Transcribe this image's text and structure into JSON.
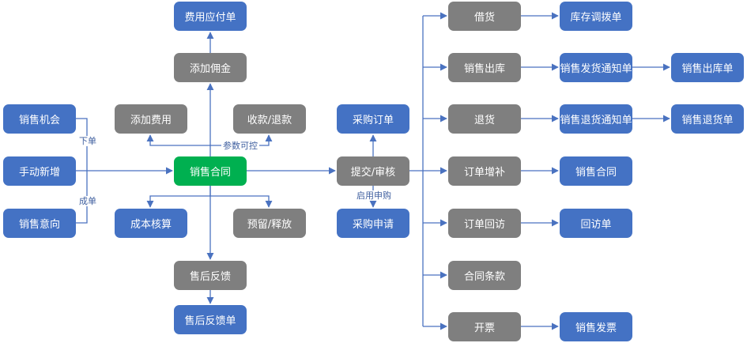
{
  "colors": {
    "blue": "#4472c4",
    "gray": "#7f7f7f",
    "green": "#00b050",
    "line": "#4a72c0"
  },
  "nodes": {
    "fee_payable": {
      "label": "费用应付单",
      "color": "blue"
    },
    "add_commission": {
      "label": "添加佣金",
      "color": "gray"
    },
    "add_fee": {
      "label": "添加费用",
      "color": "gray"
    },
    "receipt_refund": {
      "label": "收款/退款",
      "color": "gray"
    },
    "sales_opportunity": {
      "label": "销售机会",
      "color": "blue"
    },
    "manual_add": {
      "label": "手动新增",
      "color": "blue"
    },
    "sales_intention": {
      "label": "销售意向",
      "color": "blue"
    },
    "sales_contract": {
      "label": "销售合同",
      "color": "green"
    },
    "cost_accounting": {
      "label": "成本核算",
      "color": "blue"
    },
    "reserve_release": {
      "label": "预留/释放",
      "color": "gray"
    },
    "after_sales_feedback": {
      "label": "售后反馈",
      "color": "gray"
    },
    "after_sales_feedback_doc": {
      "label": "售后反馈单",
      "color": "blue"
    },
    "purchase_order": {
      "label": "采购订单",
      "color": "blue"
    },
    "submit_review": {
      "label": "提交/审核",
      "color": "gray"
    },
    "purchase_request": {
      "label": "采购申请",
      "color": "blue"
    },
    "borrow": {
      "label": "借货",
      "color": "gray"
    },
    "inventory_transfer": {
      "label": "库存调拨单",
      "color": "blue"
    },
    "sales_outbound": {
      "label": "销售出库",
      "color": "gray"
    },
    "delivery_notice": {
      "label": "销售发货通知单",
      "color": "blue"
    },
    "outbound_doc": {
      "label": "销售出库单",
      "color": "blue"
    },
    "return_goods": {
      "label": "退货",
      "color": "gray"
    },
    "return_notice": {
      "label": "销售退货通知单",
      "color": "blue"
    },
    "return_doc": {
      "label": "销售退货单",
      "color": "blue"
    },
    "order_supplement": {
      "label": "订单增补",
      "color": "gray"
    },
    "contract_out": {
      "label": "销售合同",
      "color": "blue"
    },
    "order_visit": {
      "label": "订单回访",
      "color": "gray"
    },
    "visit_doc": {
      "label": "回访单",
      "color": "blue"
    },
    "contract_terms": {
      "label": "合同条款",
      "color": "gray"
    },
    "invoicing": {
      "label": "开票",
      "color": "gray"
    },
    "sales_invoice": {
      "label": "销售发票",
      "color": "blue"
    }
  },
  "labels": {
    "place_order": "下单",
    "convert_to_order": "成单",
    "param_control": "参数可控",
    "enable_purchase": "启用申购"
  }
}
